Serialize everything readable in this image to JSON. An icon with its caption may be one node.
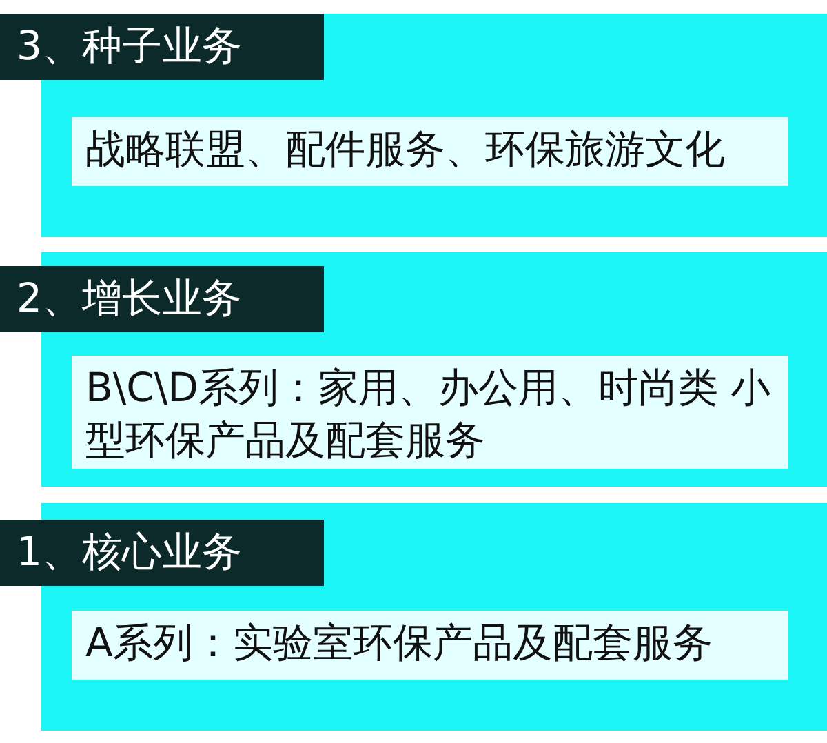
{
  "diagram": {
    "nodes": [
      {
        "text": [],
        "shape": "box"
      },
      {
        "text": [
          "3、种子业务"
        ],
        "in": 0
      },
      {
        "text": [
          "战略联盟、配件服务、环保旅游文化"
        ],
        "in": 0
      },
      {
        "text": [],
        "shape": "box"
      },
      {
        "text": [
          "2、增长业务"
        ],
        "in": 3
      },
      {
        "text": [
          "B\\C\\D系列：家用、办公用、时尚类 小型环保产品及配套服务"
        ],
        "in": 3
      },
      {
        "text": [],
        "shape": "box"
      },
      {
        "text": [
          "1、核心业务"
        ],
        "in": 6
      },
      {
        "text": [
          "A系列：实验室环保产品及配套服务"
        ],
        "in": 6
      }
    ],
    "edges": []
  }
}
